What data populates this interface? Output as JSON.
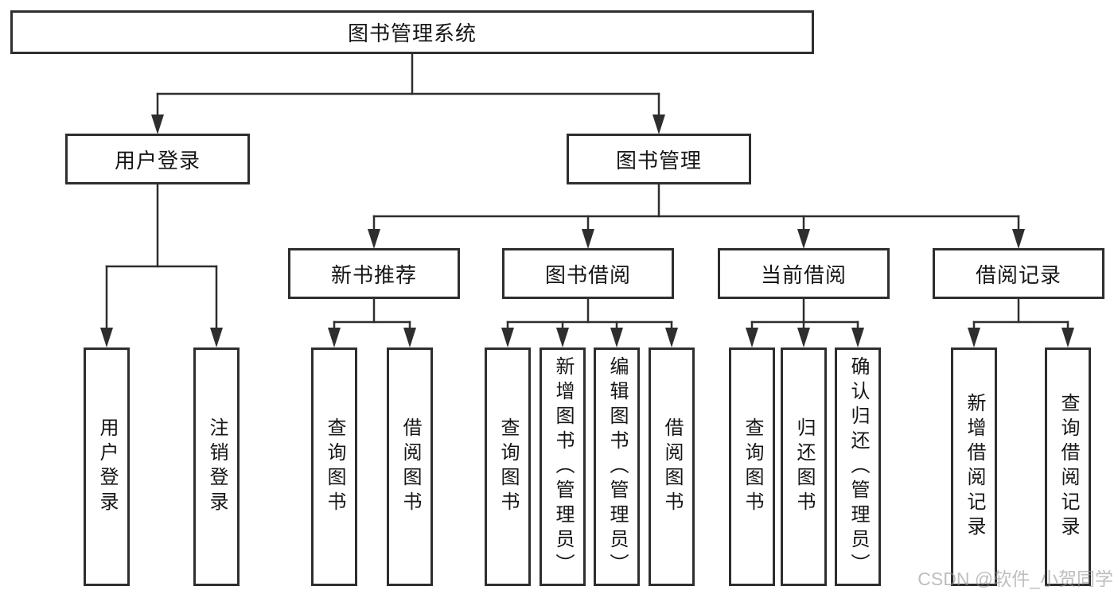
{
  "diagram": {
    "root": "图书管理系统",
    "level2": [
      "用户登录",
      "图书管理"
    ],
    "groups": [
      {
        "parent": "用户登录",
        "children": [
          "用户登录",
          "注销登录"
        ]
      },
      {
        "parent": "新书推荐",
        "children": [
          "查询图书",
          "借阅图书"
        ]
      },
      {
        "parent": "图书借阅",
        "children": [
          "查询图书",
          "新增图书（管理员）",
          "编辑图书（管理员）",
          "借阅图书"
        ]
      },
      {
        "parent": "当前借阅",
        "children": [
          "查询图书",
          "归还图书",
          "确认归还（管理员）"
        ]
      },
      {
        "parent": "借阅记录",
        "children": [
          "新增借阅记录",
          "查询借阅记录"
        ]
      }
    ]
  },
  "colors": {
    "line": "#2e2e2e",
    "border": "#2e2e2e",
    "text": "#161616",
    "watermark": "#9a9a9a"
  },
  "watermark": "CSDN @软件_小贺同学"
}
